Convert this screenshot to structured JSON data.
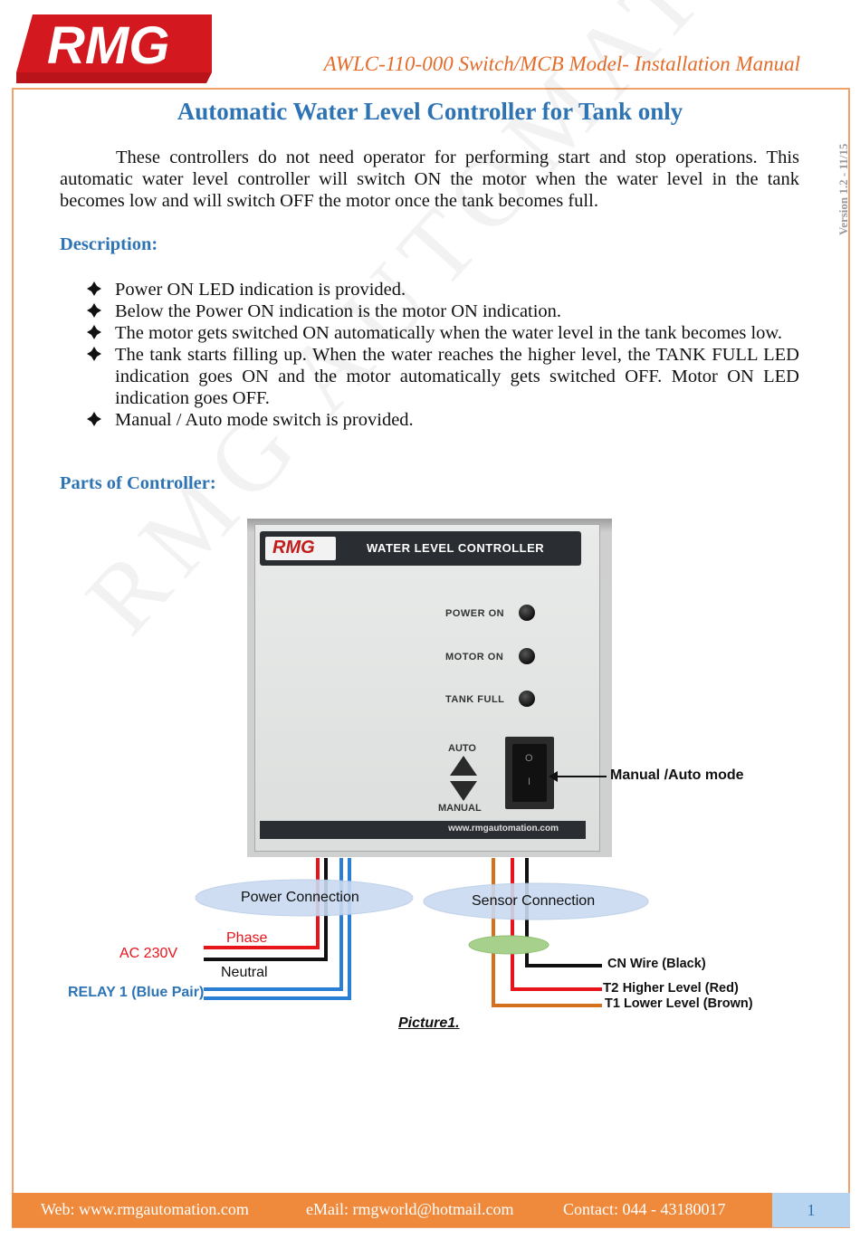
{
  "header": {
    "logo_text": "RMG",
    "title": "AWLC-110-000 Switch/MCB Model- Installation Manual",
    "version": "Version 1.2 - 11/15"
  },
  "watermark": "RMG AUTOMATION",
  "main": {
    "title": "Automatic Water Level Controller for Tank only",
    "intro": "These controllers do not need operator for performing start and stop operations. This automatic water level controller will switch ON the motor when the water level in the tank becomes low and will switch OFF the motor once the tank becomes full.",
    "description_heading": "Description:",
    "bullets": [
      "Power ON LED indication is provided.",
      "Below the Power ON indication is the motor ON indication.",
      "The motor gets switched ON automatically when the water level in the tank becomes low.",
      "The tank starts filling up. When the water reaches the higher level, the TANK FULL LED indication goes ON and the motor automatically gets switched OFF. Motor ON LED indication goes OFF.",
      "Manual / Auto mode switch is provided."
    ],
    "parts_heading": "Parts of Controller:"
  },
  "device": {
    "logo": "RMG",
    "panel_title": "WATER LEVEL CONTROLLER",
    "led_power": "POWER ON",
    "led_motor": "MOTOR ON",
    "led_tank": "TANK FULL",
    "mode_auto": "AUTO",
    "mode_manual": "MANUAL",
    "website": "www.rmgautomation.com"
  },
  "diagram": {
    "manual_auto": "Manual /Auto mode",
    "power_connection": "Power Connection",
    "sensor_connection": "Sensor Connection",
    "phase": "Phase",
    "ac": "AC 230V",
    "neutral": "Neutral",
    "relay": "RELAY 1 (Blue Pair)",
    "cn_wire": "CN Wire (Black)",
    "t2_code": "T2",
    "t2_label": "Higher Level (Red)",
    "t1_code": "T1",
    "t1_label": "Lower Level (Brown)",
    "caption": "Picture1.",
    "colors": {
      "phase": "#e8141c",
      "neutral": "#111111",
      "relay": "#2a7fd4",
      "brown": "#d4711c",
      "ellipse": "#c9daf0",
      "sensor_node": "#a7d08c"
    }
  },
  "footer": {
    "web": "Web: www.rmgautomation.com",
    "email": "eMail: rmgworld@hotmail.com",
    "contact": "Contact: 044 - 43180017",
    "page": "1"
  }
}
